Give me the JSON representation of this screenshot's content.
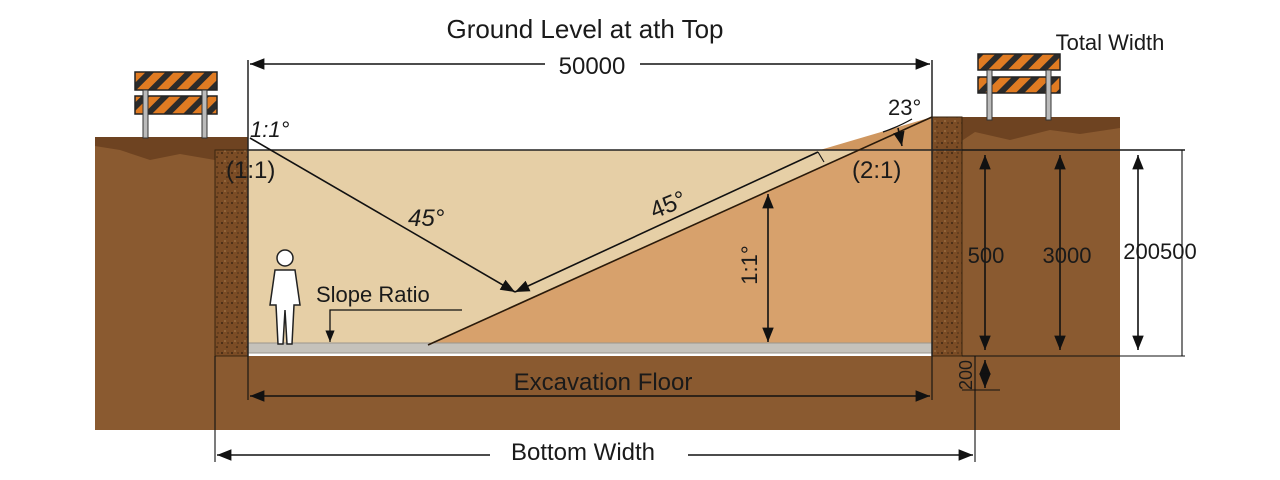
{
  "diagram": {
    "top_title": "Ground Level at ath Top",
    "top_width_value": "50000",
    "total_width_label": "Total Width",
    "left_slope_label": "1:1°",
    "left_ratio_label": "(1:1)",
    "left_angle_label": "45°",
    "slope_angle_label": "45°",
    "top_angle_label": "23°",
    "right_ratio_label": "(2:1)",
    "vertical_ratio_label": "1:1°",
    "slope_ratio_label": "Slope Ratio",
    "floor_label": "Excavation Floor",
    "bottom_width_label": "Bottom Width",
    "dim_500": "500",
    "dim_3000": "3000",
    "dim_200500": "200500",
    "dim_200": "200"
  },
  "colors": {
    "soil": "#8a5a30",
    "soil_dark": "#6e4321",
    "cavity": "#e6cfa6",
    "slope": "#d7a16c",
    "floor": "#c5c2bb",
    "barrier_orange": "#e07b22",
    "barrier_dark": "#2b2b2b"
  }
}
